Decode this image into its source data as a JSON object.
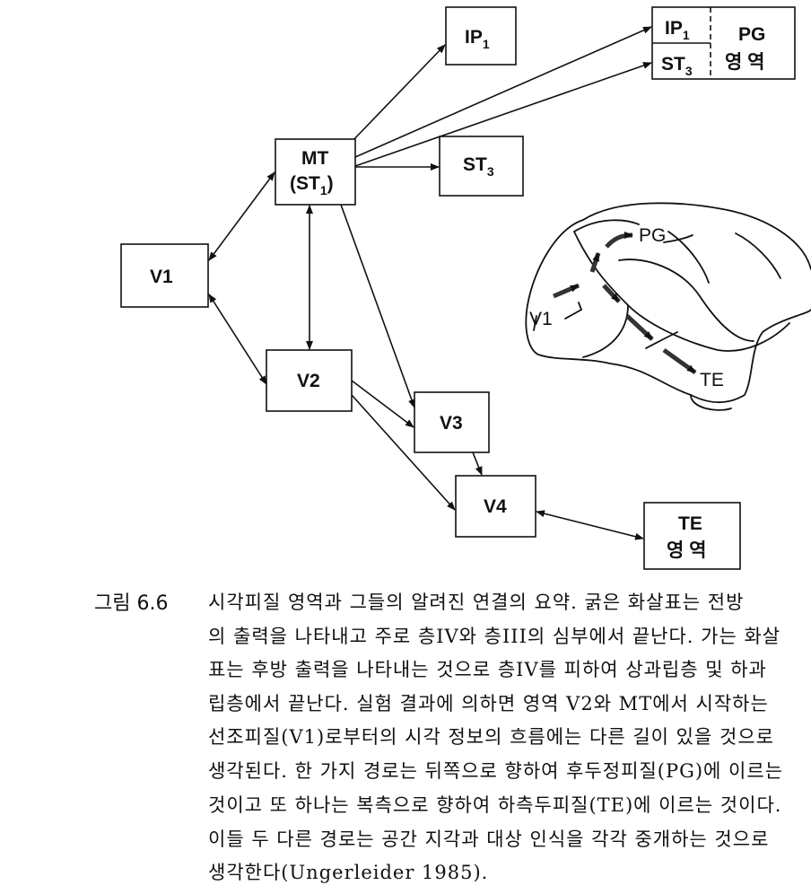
{
  "diagram": {
    "nodes": {
      "ip1": {
        "main": "IP",
        "sub": "1"
      },
      "pg_ip1": {
        "main": "IP",
        "sub": "1"
      },
      "pg_st3": {
        "main": "ST",
        "sub": "3"
      },
      "pg_label1": "PG",
      "pg_label2": "영 역",
      "mt_line1": "MT",
      "mt_line2_main": "(ST",
      "mt_line2_sub": "1",
      "mt_line2_end": ")",
      "st3": {
        "main": "ST",
        "sub": "3"
      },
      "v1": "V1",
      "v2": "V2",
      "v3": "V3",
      "v4": "V4",
      "te_line1": "TE",
      "te_line2": "영 역"
    },
    "brain_labels": {
      "v1": "V1",
      "pg": "PG",
      "te": "TE"
    }
  },
  "caption": {
    "label": "그림 6.6",
    "lines": [
      "시각피질 영역과 그들의 알려진 연결의 요약. 굵은 화살표는 전방",
      "의 출력을 나타내고 주로 층IV와 층III의 심부에서 끝난다. 가는 화살",
      "표는 후방 출력을 나타내는 것으로 층IV를 피하여 상과립층 및 하과",
      "립층에서 끝난다. 실험 결과에 의하면 영역 V2와 MT에서 시작하는",
      "선조피질(V1)로부터의 시각 정보의 흐름에는 다른 길이 있을 것으로",
      "생각된다. 한 가지 경로는 뒤쪽으로 향하여 후두정피질(PG)에 이르는",
      "것이고 또 하나는 복측으로 향하여 하측두피질(TE)에 이르는 것이다.",
      "이들 두 다른 경로는 공간 지각과 대상 인식을 각각 중개하는 것으로",
      "생각한다(Ungerleider 1985)."
    ]
  }
}
